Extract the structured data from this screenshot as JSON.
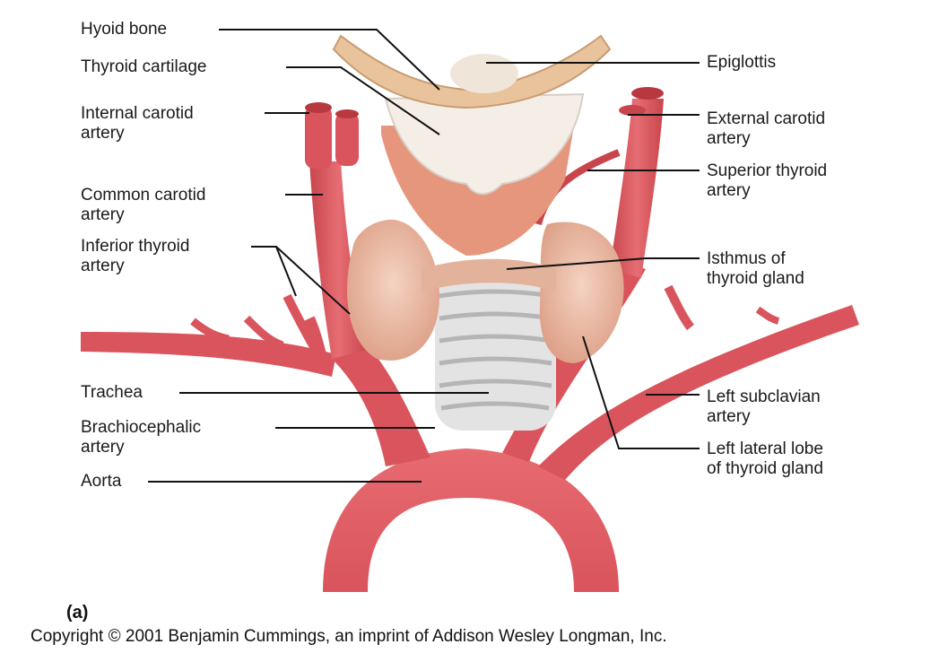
{
  "labels_left": [
    {
      "id": "hyoid",
      "lines": [
        "Hyoid bone"
      ]
    },
    {
      "id": "thyroid-cartilage",
      "lines": [
        "Thyroid cartilage"
      ]
    },
    {
      "id": "internal-carotid",
      "lines": [
        "Internal carotid",
        "artery"
      ]
    },
    {
      "id": "common-carotid",
      "lines": [
        "Common carotid",
        "artery"
      ]
    },
    {
      "id": "inferior-thyroid",
      "lines": [
        "Inferior thyroid",
        "artery"
      ]
    },
    {
      "id": "trachea",
      "lines": [
        "Trachea"
      ]
    },
    {
      "id": "brachiocephalic",
      "lines": [
        "Brachiocephalic",
        "artery"
      ]
    },
    {
      "id": "aorta",
      "lines": [
        "Aorta"
      ]
    }
  ],
  "labels_right": [
    {
      "id": "epiglottis",
      "lines": [
        "Epiglottis"
      ]
    },
    {
      "id": "external-carotid",
      "lines": [
        "External carotid",
        "artery"
      ]
    },
    {
      "id": "superior-thyroid",
      "lines": [
        "Superior thyroid",
        "artery"
      ]
    },
    {
      "id": "isthmus",
      "lines": [
        "Isthmus of",
        "thyroid gland"
      ]
    },
    {
      "id": "left-subclavian",
      "lines": [
        "Left subclavian",
        "artery"
      ]
    },
    {
      "id": "left-lateral-lobe",
      "lines": [
        "Left lateral lobe",
        "of thyroid gland"
      ]
    }
  ],
  "panel_label": "(a)",
  "copyright": "Copyright © 2001 Benjamin Cummings, an imprint of Addison Wesley Longman, Inc.",
  "colors": {
    "artery": "#d9545c",
    "artery_dark": "#b8383f",
    "thyroid": "#e8b49c",
    "cartilage": "#f3ede6",
    "hyoid": "#e9c39b",
    "trachea": "#dcdcdc",
    "leader": "#111111"
  }
}
